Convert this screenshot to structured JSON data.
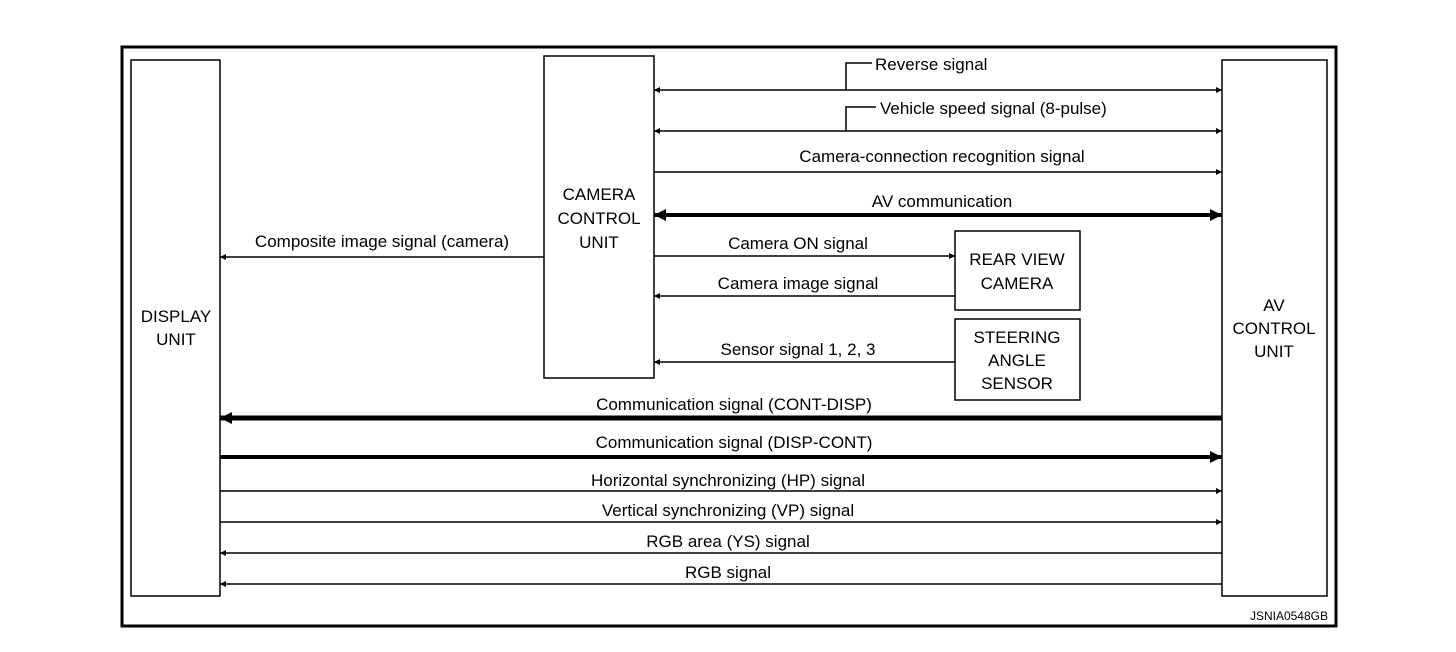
{
  "figure_code": "JSNIA0548GB",
  "units": {
    "display": [
      "DISPLAY",
      "UNIT"
    ],
    "camera_control": [
      "CAMERA",
      "CONTROL",
      "UNIT"
    ],
    "av_control": [
      "AV",
      "CONTROL",
      "UNIT"
    ],
    "rear_view_camera": [
      "REAR VIEW",
      "CAMERA"
    ],
    "steering_angle_sensor": [
      "STEERING",
      "ANGLE",
      "SENSOR"
    ]
  },
  "signals": {
    "reverse": "Reverse signal",
    "vehicle_speed": "Vehicle speed signal (8-pulse)",
    "camera_connection": "Camera-connection recognition signal",
    "av_communication": "AV communication",
    "composite_image": "Composite image signal (camera)",
    "camera_on": "Camera ON signal",
    "camera_image": "Camera image signal",
    "sensor": "Sensor signal 1, 2, 3",
    "comm_cont_disp": "Communication signal (CONT-DISP)",
    "comm_disp_cont": "Communication signal (DISP-CONT)",
    "horizontal_sync": "Horizontal synchronizing (HP) signal",
    "vertical_sync": "Vertical synchronizing (VP) signal",
    "rgb_area": "RGB area (YS) signal",
    "rgb": "RGB signal"
  }
}
